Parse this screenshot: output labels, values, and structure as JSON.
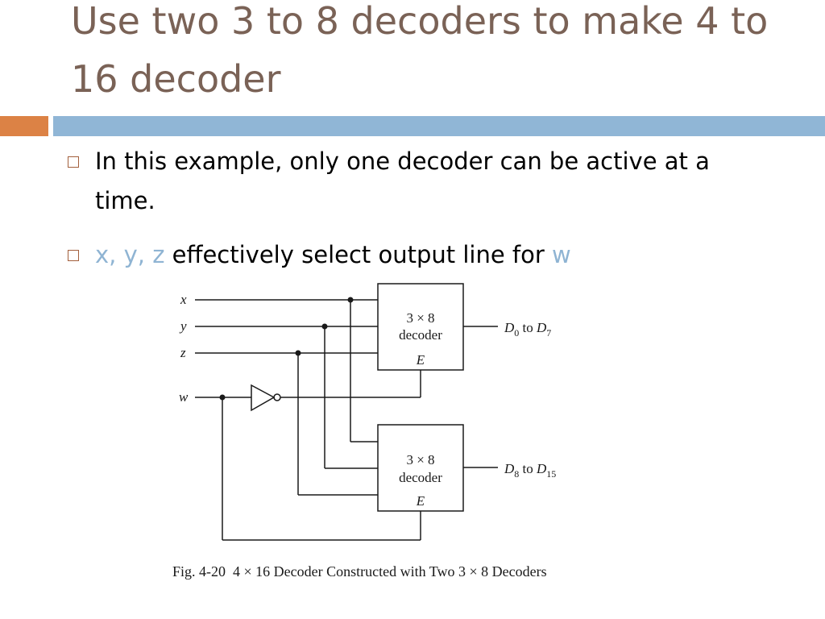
{
  "title": "Use two 3 to 8 decoders to make 4 to 16 decoder",
  "colors": {
    "title": "#7a6256",
    "accent_orange": "#dc8245",
    "accent_blue": "#90b6d6",
    "highlight": "#8fb4d3"
  },
  "bullets": {
    "b1": "In this example, only one decoder can be active at a time.",
    "b2_vars": "x, y, z",
    "b2_text": " effectively select output line for ",
    "b2_w": "w"
  },
  "diagram": {
    "inputs": [
      "x",
      "y",
      "z",
      "w"
    ],
    "decoder_top": {
      "line1": "3 × 8",
      "line2": "decoder",
      "enable": "E",
      "out_prefix": "D",
      "out_from": "0",
      "out_to_word": " to ",
      "out_to": "7"
    },
    "decoder_bottom": {
      "line1": "3 × 8",
      "line2": "decoder",
      "enable": "E",
      "out_prefix": "D",
      "out_from": "8",
      "out_to_word": " to ",
      "out_to": "15"
    },
    "caption": "Fig. 4-20  4 × 16 Decoder Constructed with Two 3 × 8 Decoders"
  }
}
